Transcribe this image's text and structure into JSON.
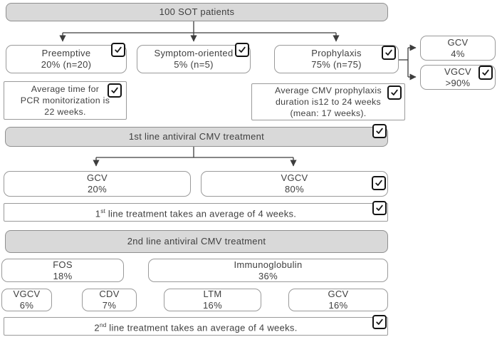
{
  "flow": {
    "root_label": "100 SOT patients",
    "strategies": [
      {
        "label": "Preemptive",
        "value": "20% (n=20)",
        "checked": true
      },
      {
        "label": "Symptom-oriented",
        "value": "5% (n=5)",
        "checked": true
      },
      {
        "label": "Prophylaxis",
        "value": "75% (n=75)",
        "checked": true
      }
    ],
    "prophylaxis_outcomes": [
      {
        "label": "GCV",
        "value": "4%",
        "checked": false
      },
      {
        "label": "VGCV",
        "value": ">90%",
        "checked": true
      }
    ],
    "notes": {
      "pcr_monitoring": "Average time for PCR monitorization is 22 weeks.",
      "prophylaxis_duration": "Average CMV prophylaxis duration is12 to 24 weeks (mean: 17 weeks)."
    },
    "first_line": {
      "header": "1st line antiviral CMV treatment",
      "drugs": [
        {
          "label": "GCV",
          "value": "20%",
          "checked": false
        },
        {
          "label": "VGCV",
          "value": "80%",
          "checked": true
        }
      ],
      "summary": {
        "num": "1",
        "ordinal": "st",
        "text": " line treatment takes an average of 4 weeks."
      }
    },
    "second_line": {
      "header": "2nd line antiviral CMV treatment",
      "drugs_row1": [
        {
          "label": "FOS",
          "value": "18%"
        },
        {
          "label": "Immunoglobulin",
          "value": "36%"
        }
      ],
      "drugs_row2": [
        {
          "label": "VGCV",
          "value": "6%"
        },
        {
          "label": "CDV",
          "value": "7%"
        },
        {
          "label": "LTM",
          "value": "16%"
        },
        {
          "label": "GCV",
          "value": "16%"
        }
      ],
      "summary": {
        "num": "2",
        "ordinal": "nd",
        "text": " line treatment takes an average of 4 weeks."
      }
    },
    "colors": {
      "header_fill": "#d9d9d9",
      "box_border": "#9a9a9a",
      "connector": "#3d3d3d",
      "checkbox": "#141414"
    }
  }
}
